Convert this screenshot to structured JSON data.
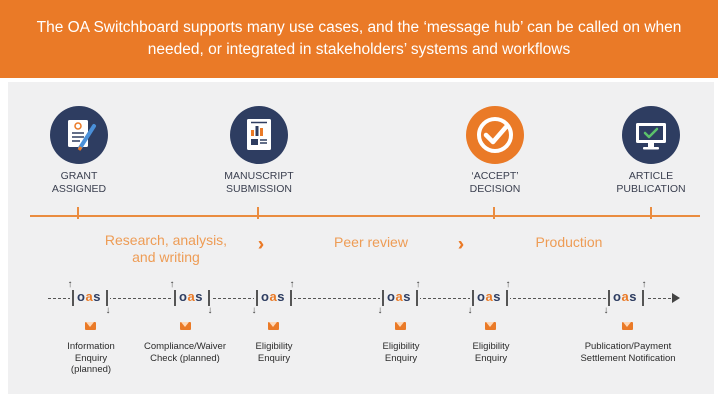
{
  "banner": {
    "line1": "The OA Switchboard supports many use cases, and the ‘message hub’ can be called on when",
    "line2": "needed, or integrated in stakeholders’ systems and workflows"
  },
  "milestones": [
    {
      "line1": "GRANT",
      "line2": "ASSIGNED",
      "icon": "grant-document-icon"
    },
    {
      "line1": "MANUSCRIPT",
      "line2": "SUBMISSION",
      "icon": "manuscript-report-icon"
    },
    {
      "line1": "‘ACCEPT’",
      "line2": "DECISION",
      "icon": "accept-check-badge-icon"
    },
    {
      "line1": "ARTICLE",
      "line2": "PUBLICATION",
      "icon": "monitor-check-icon"
    }
  ],
  "phases": [
    {
      "line1": "Research, analysis,",
      "line2": "and writing"
    },
    {
      "line1": "Peer review"
    },
    {
      "line1": "Production"
    }
  ],
  "logo_text": {
    "o": "o",
    "a": "a",
    "s": "s"
  },
  "steps": [
    {
      "line1": "Information",
      "line2": "Enquiry",
      "line3": "(planned)"
    },
    {
      "line1": "Compliance/Waiver",
      "line2": "Check (planned)"
    },
    {
      "line1": "Eligibility",
      "line2": "Enquiry"
    },
    {
      "line1": "Eligibility",
      "line2": "Enquiry"
    },
    {
      "line1": "Eligibility",
      "line2": "Enquiry"
    },
    {
      "line1": "Publication/Payment",
      "line2": "Settlement Notification"
    }
  ],
  "colors": {
    "brand_orange": "#ea7a27",
    "navy": "#2e3d61",
    "panel": "#f0f0f1"
  }
}
